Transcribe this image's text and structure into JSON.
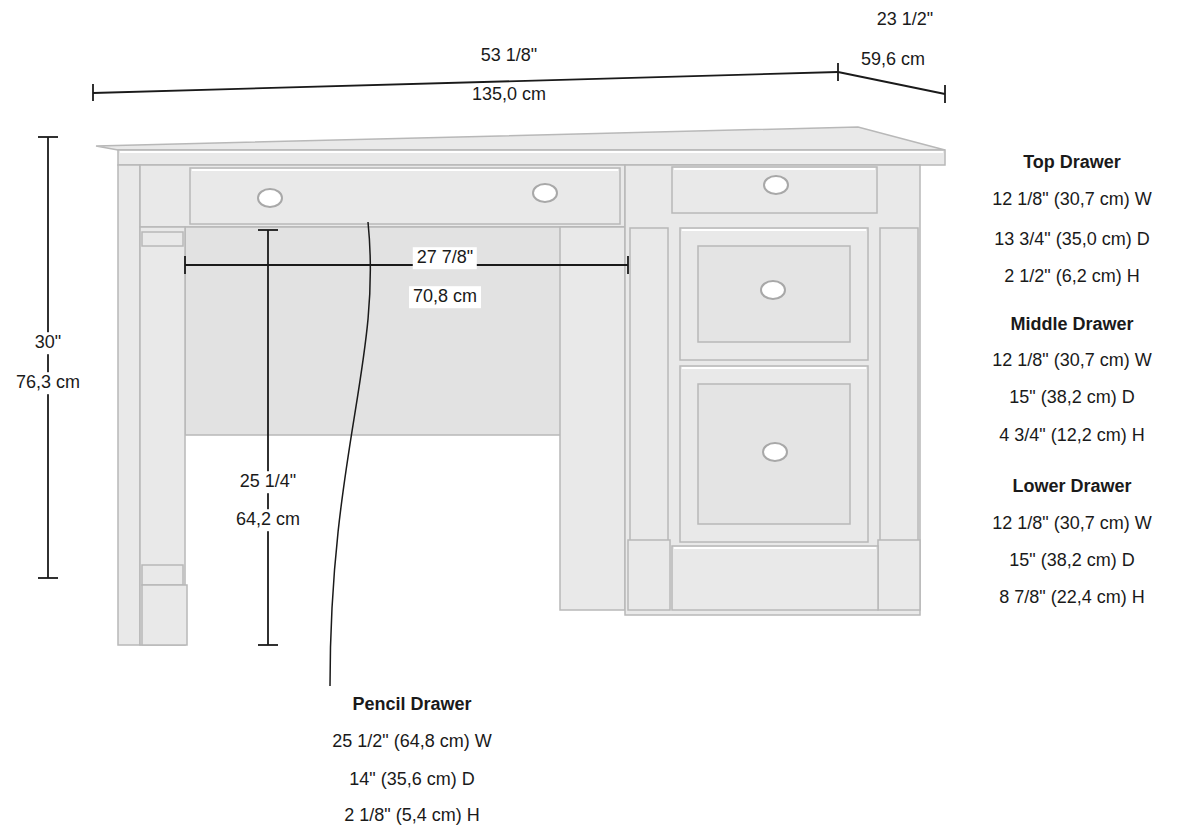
{
  "diagram": {
    "labels": [
      "53 1/8\"",
      "135,0 cm",
      "23 1/2\"",
      "59,6 cm",
      "30\"",
      "76,3 cm",
      "27 7/8\"",
      "70,8 cm",
      "25 1/4\"",
      "64,2 cm",
      "Top Drawer",
      "12 1/8\" (30,7 cm) W",
      "13 3/4\" (35,0 cm) D",
      "2 1/2\" (6,2 cm) H",
      "Middle Drawer",
      "12 1/8\" (30,7 cm) W",
      "15\" (38,2 cm) D",
      "4 3/4\" (12,2 cm) H",
      "Lower Drawer",
      "12 1/8\" (30,7 cm) W",
      "15\" (38,2 cm) D",
      "8 7/8\" (22,4 cm) H",
      "Pencil Drawer",
      "25 1/2\" (64,8 cm) W",
      "14\" (35,6 cm) D",
      "2 1/8\" (5,4 cm) H"
    ]
  }
}
